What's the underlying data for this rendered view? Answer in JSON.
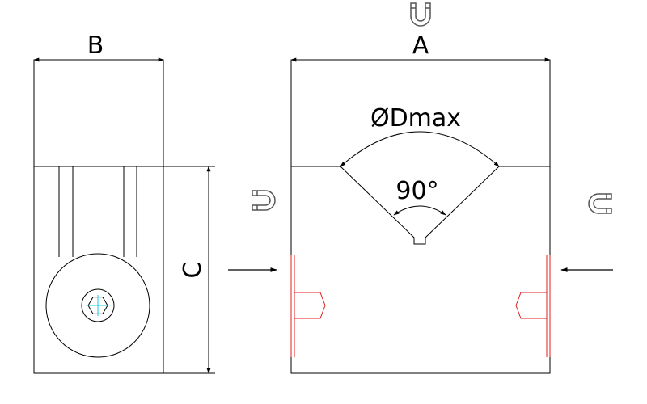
{
  "labels": {
    "dim_b": "B",
    "dim_a": "A",
    "dim_c": "C",
    "diameter": "ØDmax",
    "angle": "90°"
  },
  "colors": {
    "outline": "#000000",
    "clamp": "#e0201c",
    "hex_cross": "#19c8e6",
    "magnet_icon": "#555555"
  },
  "icons": [
    "magnet-icon",
    "magnet-icon",
    "magnet-icon",
    "arrow-right-icon",
    "arrow-left-icon",
    "hex-socket-icon"
  ]
}
